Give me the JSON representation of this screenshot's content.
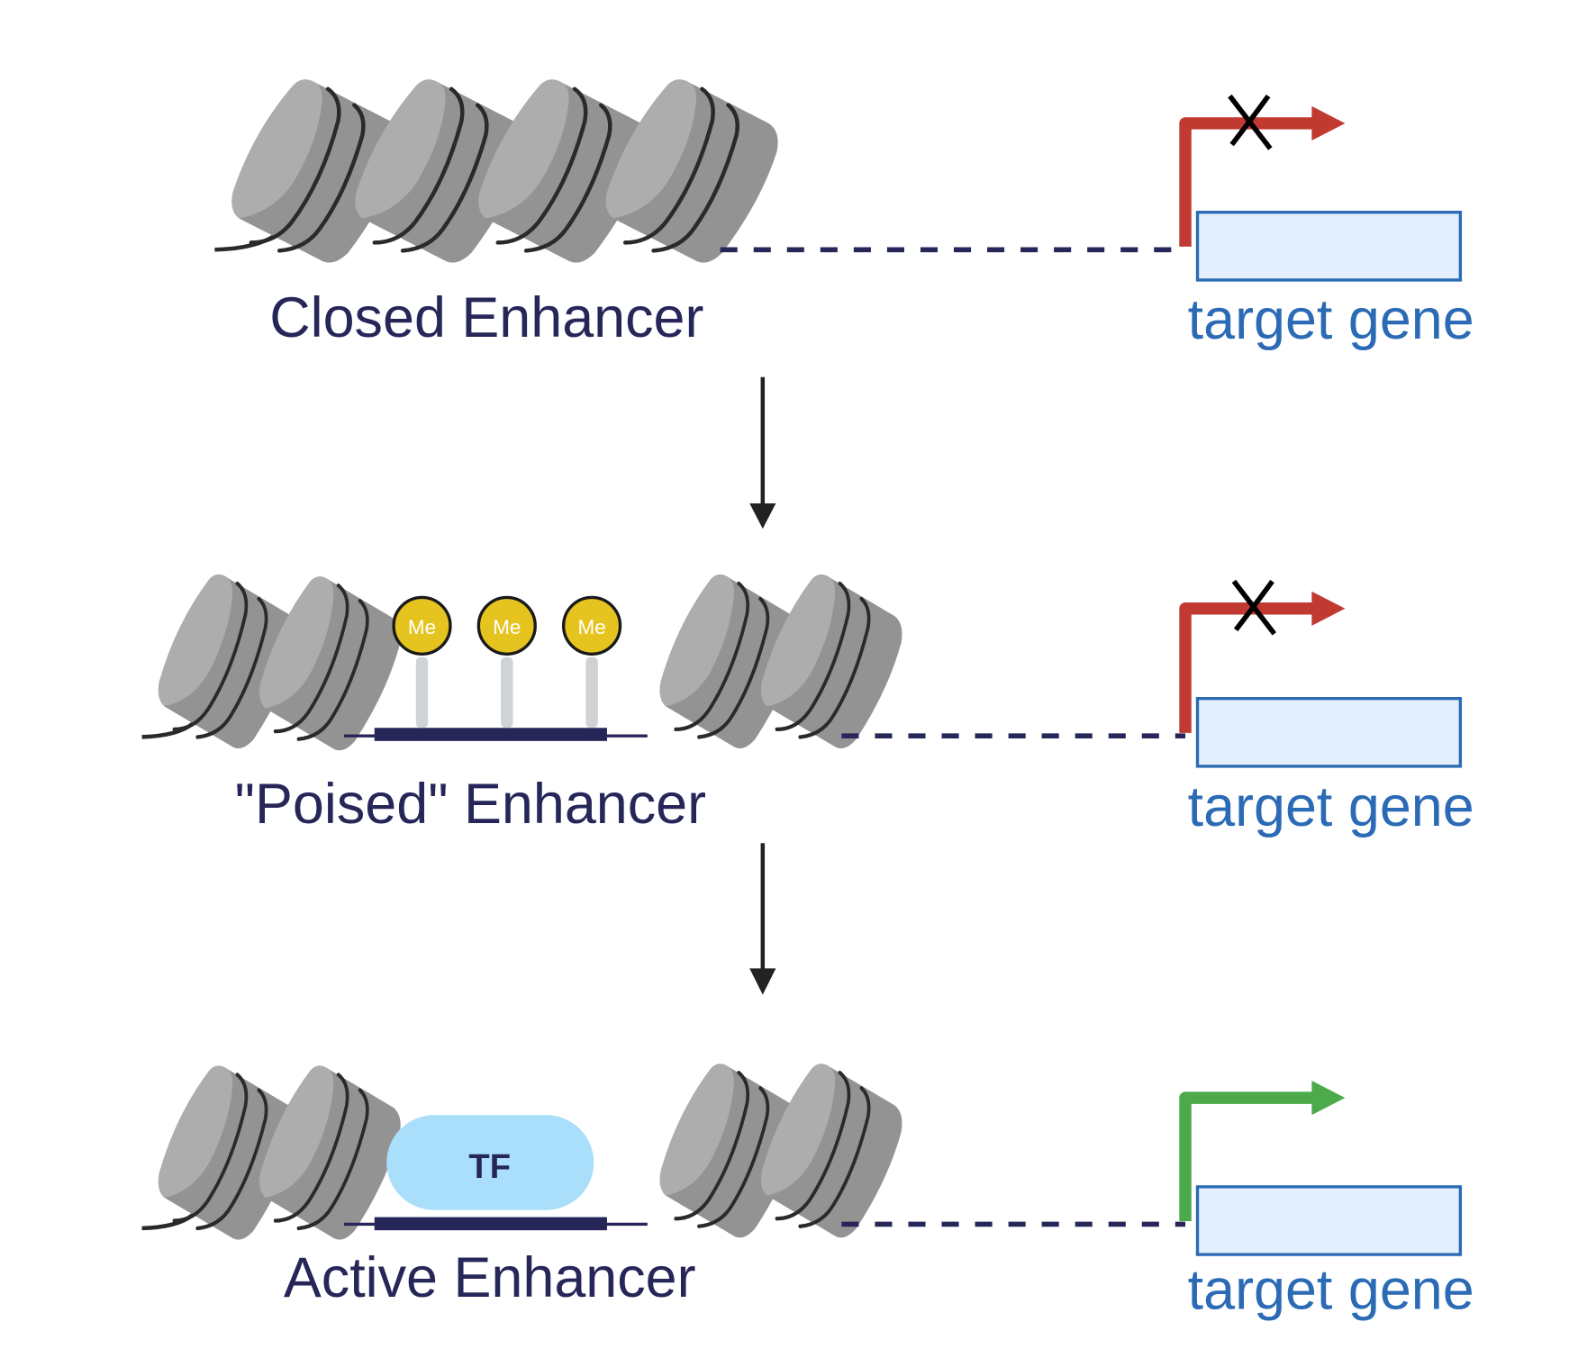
{
  "title": "Enhancer state transitions",
  "colors": {
    "label_text": "#262659",
    "gene_text": "#2b6bb5",
    "gene_box_fill": "#e3effc",
    "gene_box_stroke": "#2b6bb5",
    "inactive_promoter_arrow": "#c13a32",
    "active_promoter_arrow": "#4caa4a",
    "nucleosome_light": "#adadad",
    "nucleosome_dark": "#939393",
    "dna_wrap": "#2a2a2a",
    "linker_dna": "#262659",
    "methyl_fill": "#e5c41f",
    "methyl_stalk": "#cfd3d6",
    "tf_fill": "#aadffb",
    "flow_arrow": "#222222"
  },
  "panels": [
    {
      "id": "closed",
      "enhancer_label": "Closed Enhancer",
      "gene_label": "target gene",
      "transcription_active": false,
      "nucleosome_count": 4,
      "methyl_marks": [],
      "tf_label": null
    },
    {
      "id": "poised",
      "enhancer_label": "\"Poised\" Enhancer",
      "gene_label": "target gene",
      "transcription_active": false,
      "nucleosome_count": 4,
      "methyl_marks": [
        "Me",
        "Me",
        "Me"
      ],
      "tf_label": null
    },
    {
      "id": "active",
      "enhancer_label": "Active Enhancer",
      "gene_label": "target gene",
      "transcription_active": true,
      "nucleosome_count": 4,
      "methyl_marks": [],
      "tf_label": "TF"
    }
  ],
  "icons": {
    "blocked": "x-mark-icon",
    "promoter": "bent-arrow-icon",
    "transition": "down-arrow-icon"
  }
}
